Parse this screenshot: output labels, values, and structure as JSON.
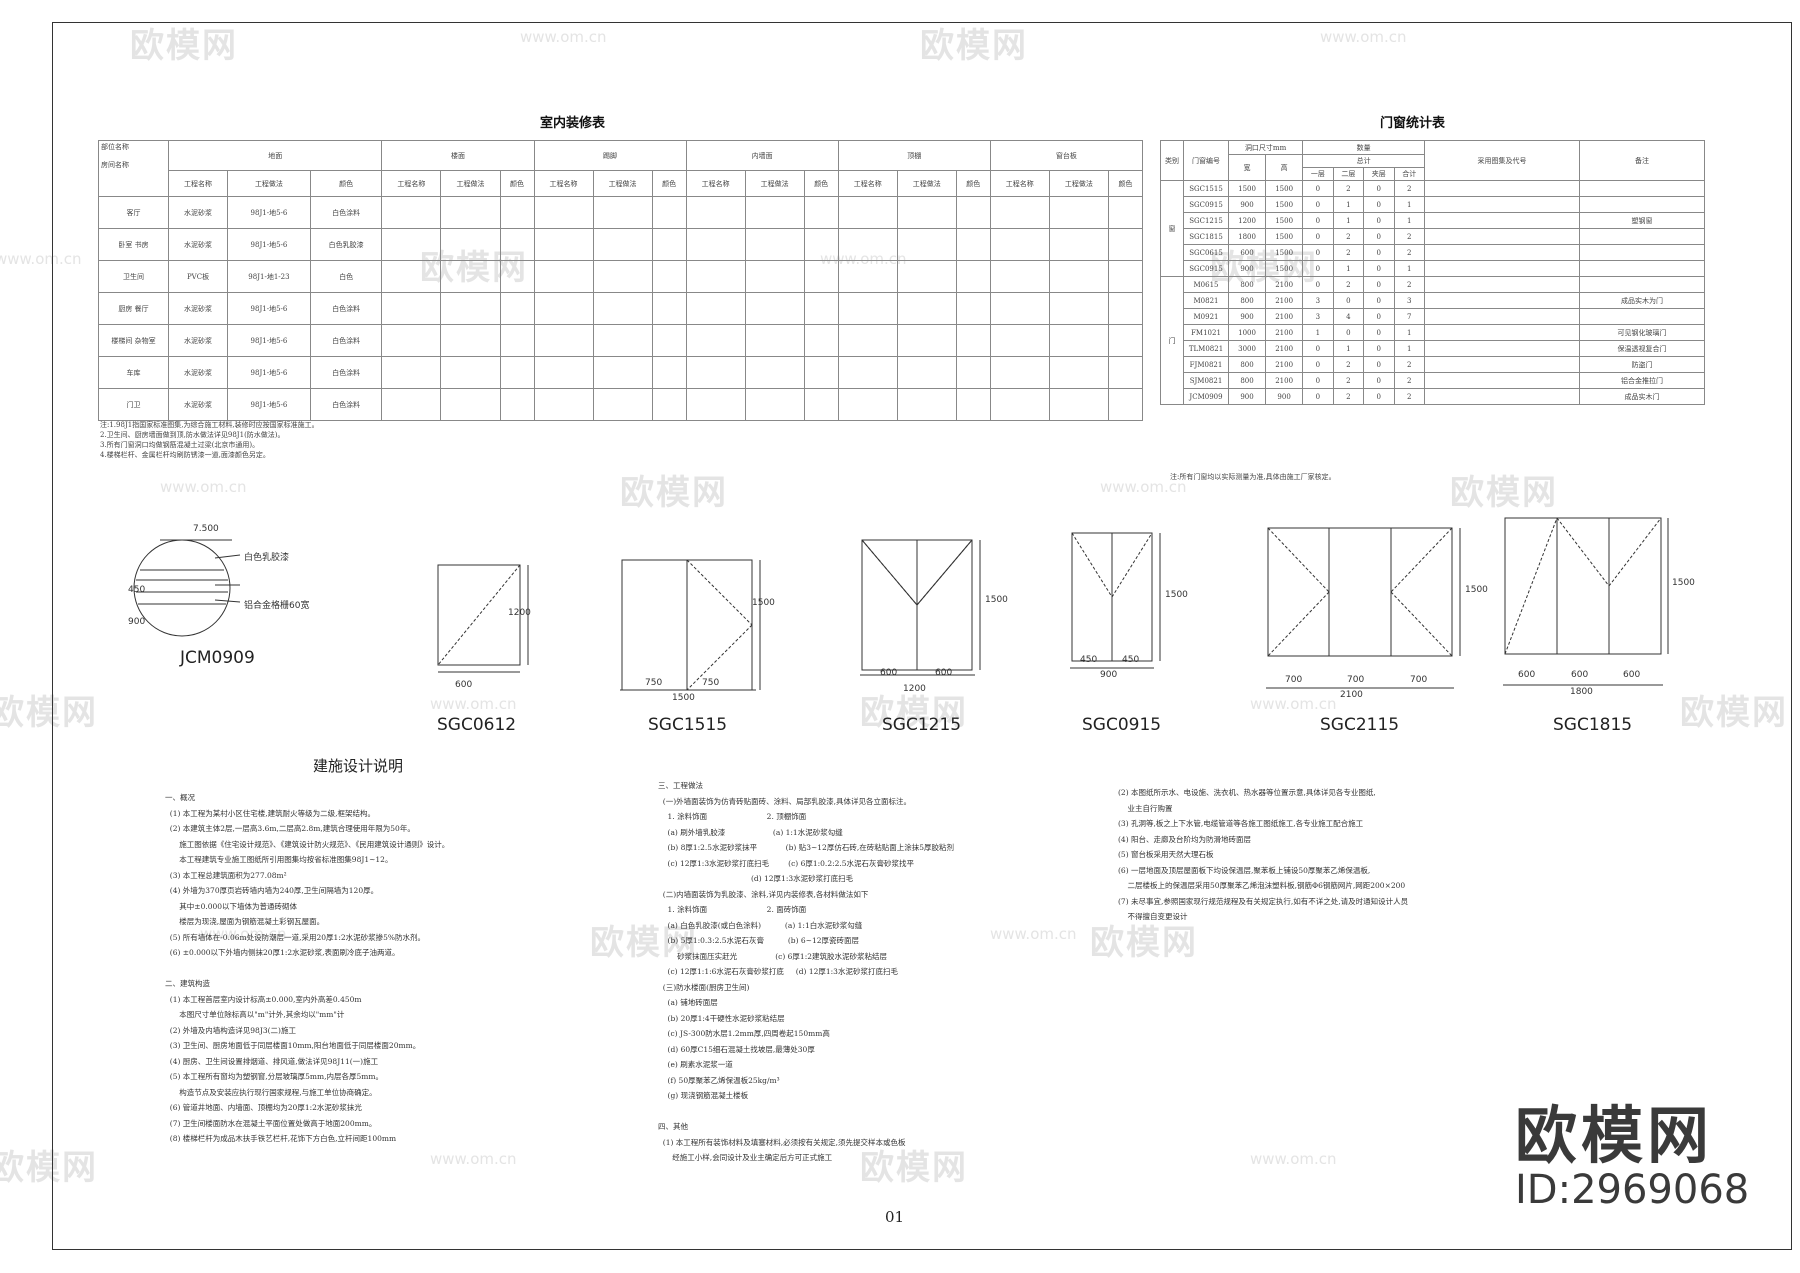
{
  "watermark": {
    "brand": "欧模网",
    "url": "www.om.cn"
  },
  "brand_logo": {
    "name": "欧模网",
    "id": "ID:2969068"
  },
  "finish_table": {
    "title": "室内装修表",
    "corner_label": "部位名称",
    "rooms_label": "房间名称",
    "sections": [
      "地面",
      "楼面",
      "踢脚",
      "内墙面",
      "顶棚",
      "窗台板"
    ],
    "sub_headers": [
      "工程名称",
      "工程做法",
      "颜色"
    ],
    "rows": [
      [
        "客厅",
        "水泥砂浆",
        "98J1-地5-6",
        "白色涂料"
      ],
      [
        "卧室  书房",
        "水泥砂浆",
        "98J1-地5-6",
        "白色乳胶漆"
      ],
      [
        "卫生间",
        "PVC板",
        "98J1-地1-23",
        "白色"
      ],
      [
        "厨房  餐厅",
        "水泥砂浆",
        "98J1-地5-6",
        "白色涂料"
      ],
      [
        "楼梯间 杂物室",
        "水泥砂浆",
        "98J1-地5-6",
        "白色涂料"
      ],
      [
        "车库",
        "水泥砂浆",
        "98J1-地5-6",
        "白色涂料"
      ],
      [
        "门卫",
        "水泥砂浆",
        "98J1-地5-6",
        "白色涂料"
      ]
    ],
    "notes": [
      "注:1.98J1指国家标准图集,为综合施工材料,装修时应按国家标准施工。",
      "2.卫生间、厨房墙面做到顶,防水做法详见98J1(防水做法)。",
      "3.所有门窗洞口均做钢筋混凝土过梁(北京市通用)。",
      "4.楼梯栏杆、金属栏杆均刷防锈漆一道,面漆颜色另定。"
    ]
  },
  "window_table": {
    "title": "门窗统计表",
    "headers": [
      "类别",
      "门窗编号",
      "洞口尺寸mm",
      "数量",
      "采用图集及代号",
      "备注"
    ],
    "size_sub": [
      "宽",
      "高"
    ],
    "count_sub": [
      "一层",
      "二层",
      "夹层",
      "合计"
    ],
    "count_group": "总计",
    "rows": [
      [
        "SGC1515",
        "1500",
        "1500",
        "0",
        "2",
        "0",
        "2"
      ],
      [
        "SGC0915",
        "900",
        "1500",
        "0",
        "1",
        "0",
        "1"
      ],
      [
        "SGC1215",
        "1200",
        "1500",
        "0",
        "1",
        "0",
        "1"
      ],
      [
        "SGC1815",
        "1800",
        "1500",
        "0",
        "2",
        "0",
        "2"
      ],
      [
        "SGC0615",
        "600",
        "1500",
        "0",
        "2",
        "0",
        "2"
      ],
      [
        "SGC0915",
        "900",
        "1500",
        "0",
        "1",
        "0",
        "1"
      ],
      [
        "M0615",
        "800",
        "2100",
        "0",
        "2",
        "0",
        "2"
      ],
      [
        "M0821",
        "800",
        "2100",
        "3",
        "0",
        "0",
        "3"
      ],
      [
        "M0921",
        "900",
        "2100",
        "3",
        "4",
        "0",
        "7"
      ],
      [
        "FM1021",
        "1000",
        "2100",
        "1",
        "0",
        "0",
        "1"
      ],
      [
        "TLM0821",
        "3000",
        "2100",
        "0",
        "1",
        "0",
        "1"
      ],
      [
        "FJM0821",
        "800",
        "2100",
        "0",
        "2",
        "0",
        "2"
      ],
      [
        "SJM0821",
        "800",
        "2100",
        "0",
        "2",
        "0",
        "2"
      ],
      [
        "JCM0909",
        "900",
        "900",
        "0",
        "2",
        "0",
        "2"
      ]
    ],
    "category_labels": [
      "窗",
      "门"
    ],
    "remarks": [
      "塑钢窗",
      "成品实木为门",
      "可见钢化玻璃门",
      "保温透视复合门",
      "防盗门",
      "铝合金推拉门",
      "成品实木门"
    ],
    "note": "注:所有门窗均以实际测量为准,具体由施工厂家核定。"
  },
  "door_window_diagrams": [
    {
      "label": "JCM0909",
      "dims": [
        "7.500",
        "450",
        "900",
        "白色乳胶漆",
        "铝合金格栅60宽"
      ]
    },
    {
      "label": "SGC0612",
      "dims": [
        "600",
        "1200"
      ]
    },
    {
      "label": "SGC1515",
      "dims": [
        "750",
        "750",
        "1500",
        "1500"
      ]
    },
    {
      "label": "SGC1215",
      "dims": [
        "600",
        "600",
        "1200",
        "1500"
      ]
    },
    {
      "label": "SGC0915",
      "dims": [
        "450",
        "450",
        "900",
        "1500"
      ]
    },
    {
      "label": "SGC2115",
      "dims": [
        "700",
        "700",
        "700",
        "2100",
        "1500"
      ]
    },
    {
      "label": "SGC1815",
      "dims": [
        "600",
        "600",
        "600",
        "1800",
        "1500"
      ]
    }
  ],
  "design_notes": {
    "title": "建施设计说明",
    "col1": "一、概况\n  (1) 本工程为某村小区住宅楼,建筑耐火等级为二级,框架结构。\n  (2) 本建筑主体2层,一层高3.6m,二层高2.8m,建筑合理使用年限为50年。\n      施工图依据《住宅设计规范》、《建筑设计防火规范》、《民用建筑设计通则》设计。\n      本工程建筑专业施工图纸所引用图集均按省标准图集98J1~12。\n  (3) 本工程总建筑面积为277.08m²\n  (4) 外墙为370厚页岩砖墙内墙为240厚,卫生间隔墙为120厚。\n      其中±0.000以下墙体为普通砖砌体\n      楼层为现浇,屋面为钢筋混凝土彩钢瓦屋面。\n  (5) 所有墙体在-0.06m处设防潮层一道,采用20厚1:2水泥砂浆掺5%防水剂。\n  (6) ±0.000以下外墙内侧抹20厚1:2水泥砂浆,表面刷冷底子油两道。\n\n二、建筑构造\n  (1) 本工程首层室内设计标高±0.000,室内外高差0.450m\n      本图尺寸单位除标高以\"m\"计外,其余均以\"mm\"计\n  (2) 外墙及内墙构造详见98J3(二)施工\n  (3) 卫生间、厨房地面低于同层楼面10mm,阳台地面低于同层楼面20mm。\n  (4) 厨房、卫生间设置排烟道、排风道,做法详见98J11(一)施工\n  (5) 本工程所有窗均为塑钢窗,分层玻璃厚5mm,内层各厚5mm。\n      构造节点及安装应执行现行国家规程,与施工单位协商确定。\n  (6) 管道井地面、内墙面、顶棚均为20厚1:2水泥砂浆抹光\n  (7) 卫生间楼面防水在混凝土平面位置处做高于地面200mm。\n  (8) 楼梯栏杆为成品木扶手铁艺栏杆,花饰下方白色,立杆间距100mm",
    "col2": "三、工程做法\n  (一)外墙面装饰为仿青砖贴面砖、涂料、局部乳胶漆,具体详见各立面标注。\n    1. 涂料饰面                         2. 顶棚饰面\n    (a) 刷外墙乳胶漆                    (a) 1:1水泥砂浆勾缝\n    (b) 8厚1:2.5水泥砂浆抹平            (b) 贴3~12厚仿石砖,在砖粘贴面上涂抹5厚胶粘剂\n    (c) 12厚1:3水泥砂浆打底扫毛        (c) 6厚1:0.2:2.5水泥石灰膏砂浆找平\n                                       (d) 12厚1:3水泥砂浆打底扫毛\n  (二)内墙面装饰为乳胶漆、涂料,详见内装修表,各材料做法如下\n    1. 涂料饰面                         2. 面砖饰面\n    (a) 白色乳胶漆(或白色涂料)          (a) 1:1白水泥砂浆勾缝\n    (b) 5厚1:0.3:2.5水泥石灰膏          (b) 6~12厚瓷砖面层\n        砂浆抹面压实赶光                (c) 6厚1:2建筑胶水泥砂浆粘结层\n    (c) 12厚1:1:6水泥石灰膏砂浆打底     (d) 12厚1:3水泥砂浆打底扫毛\n  (三)防水楼面(厨房卫生间)\n    (a) 铺地砖面层\n    (b) 20厚1:4干硬性水泥砂浆粘结层\n    (c) JS-300防水层1.2mm厚,四周卷起150mm高\n    (d) 60厚C15细石混凝土找坡层,最薄处30厚\n    (e) 刷素水泥浆一道\n    (f) 50厚聚苯乙烯保温板25kg/m³\n    (g) 现浇钢筋混凝土楼板\n\n四、其他\n  (1) 本工程所有装饰材料及填塞材料,必须按有关规定,须先提交样本或色板\n      经施工小样,会同设计及业主确定后方可正式施工",
    "col3": "(2) 本图纸所示水、电设施、洗衣机、热水器等位置示意,具体详见各专业图纸,\n    业主自行购置\n(3) 孔洞等,板之上下水管,电缆管道等各施工图纸施工,各专业施工配合施工\n(4) 阳台、走廊及台阶均为防滑地砖面层\n(5) 窗台板采用天然大理石板\n(6) 一层地面及顶层屋面板下均设保温层,聚苯板上铺设50厚聚苯乙烯保温板,\n    二层楼板上的保温层采用50厚聚苯乙烯泡沫塑料板,钢筋Φ6钢筋网片,网距200×200\n(7) 未尽事宜,参照国家现行规范规程及有关规定执行,如有不详之处,请及时通知设计人员\n    不得擅自变更设计"
  },
  "page_number": "01"
}
